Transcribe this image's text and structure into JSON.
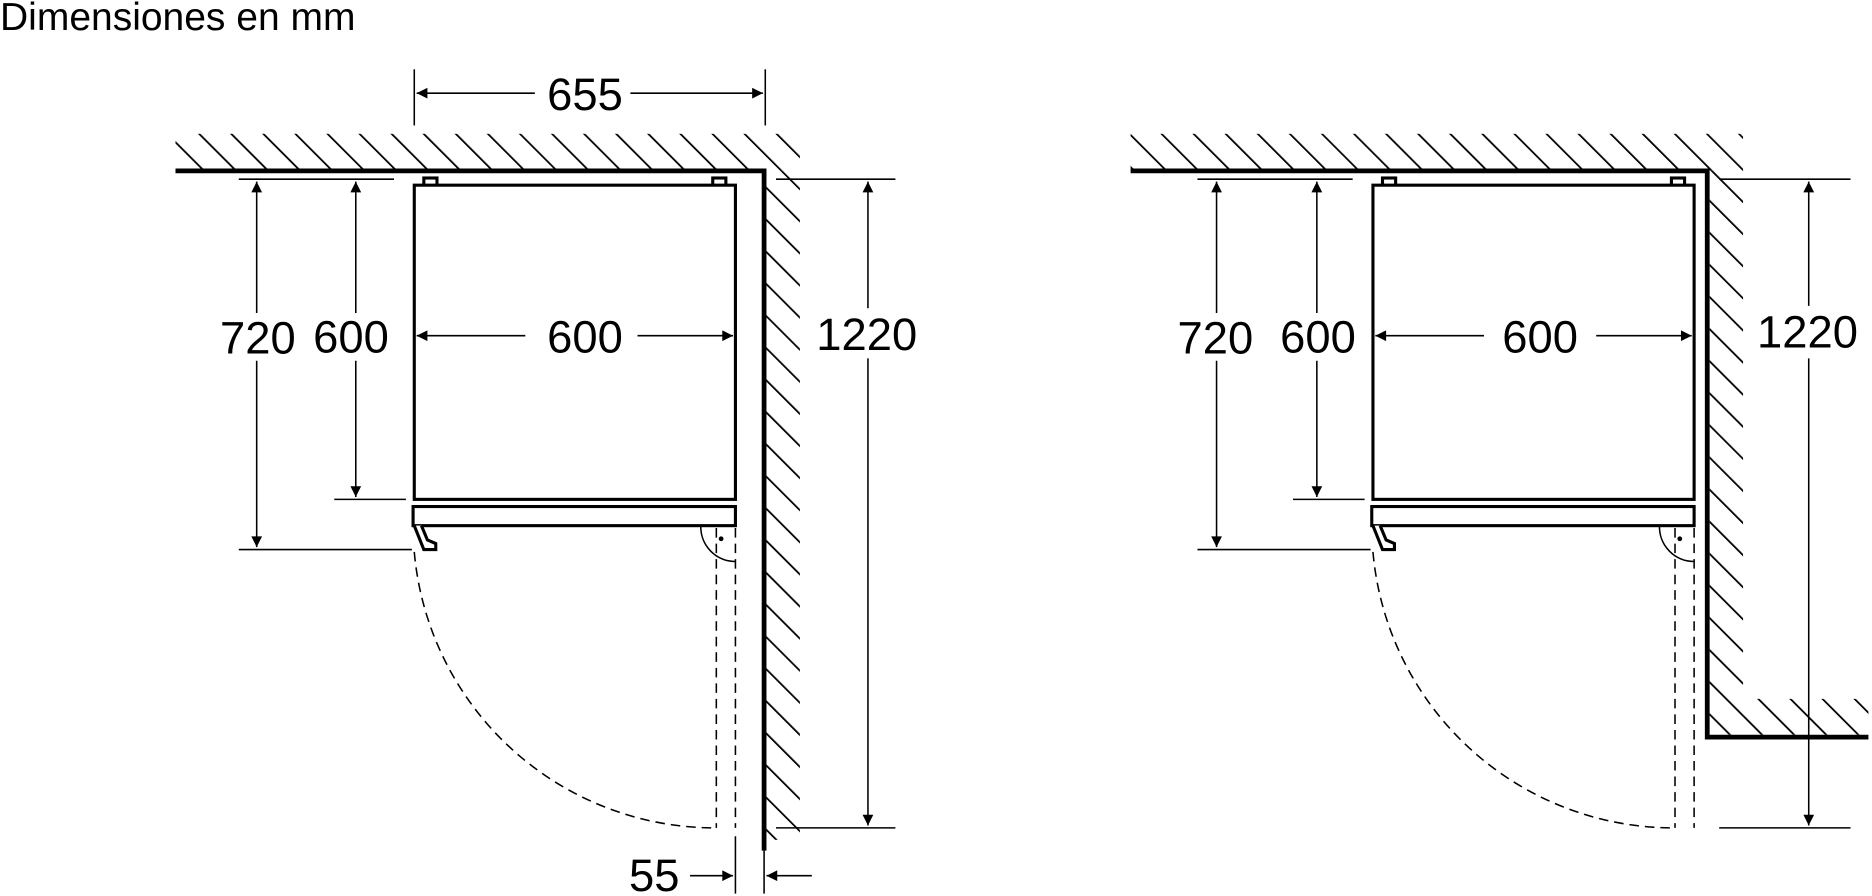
{
  "title": "Dimensiones en mm",
  "left_view": {
    "overall_depth": "655",
    "total_height": "720",
    "body_height": "600",
    "body_width": "600",
    "door_swing_depth": "1220",
    "wall_gap": "55"
  },
  "right_view": {
    "total_height": "720",
    "body_height": "600",
    "body_width": "600",
    "door_swing_depth": "1220"
  }
}
